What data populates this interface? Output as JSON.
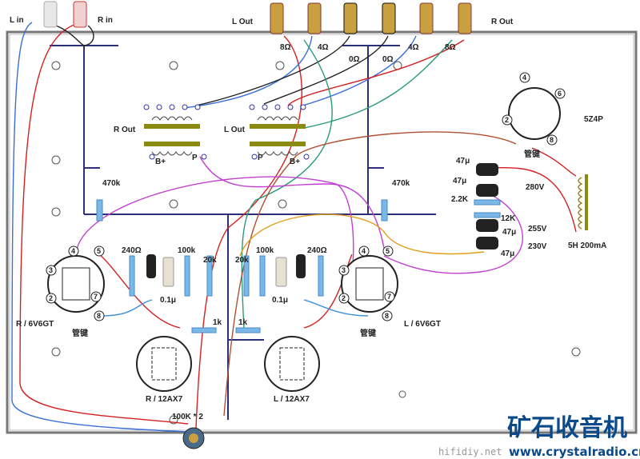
{
  "inputs": {
    "left": "L in",
    "right": "R in"
  },
  "outputs": {
    "left_label": "L Out",
    "right_label": "R Out",
    "taps": [
      "8Ω",
      "4Ω",
      "0Ω",
      "0Ω",
      "4Ω",
      "8Ω"
    ]
  },
  "transformers": [
    {
      "label": "R Out",
      "b_plus": "B+",
      "p": "P"
    },
    {
      "label": "L Out",
      "p": "P",
      "b_plus": "B+"
    }
  ],
  "resistors_470k": [
    "470k",
    "470k"
  ],
  "left_channel_parts": {
    "r240": "240Ω",
    "r100k": "100k",
    "r20k": "20k",
    "cap": "0.1μ"
  },
  "right_channel_parts": {
    "r20k": "20k",
    "r100k": "100k",
    "r240": "240Ω",
    "cap": "0.1μ"
  },
  "power_tubes": [
    {
      "label": "R / 6V6GT",
      "key": "管键",
      "pins": [
        "4",
        "5",
        "3",
        "2",
        "7",
        "8"
      ]
    },
    {
      "label": "L / 6V6GT",
      "key": "管键",
      "pins": [
        "4",
        "5",
        "3",
        "2",
        "7",
        "8"
      ]
    }
  ],
  "grid_resistors": [
    "1k",
    "1k"
  ],
  "preamp_tubes": [
    "R / 12AX7",
    "L / 12AX7"
  ],
  "volume_pot": "100K * 2",
  "rectifier": {
    "label": "5Z4P",
    "key": "管键",
    "pins": [
      "4",
      "6",
      "2",
      "8"
    ]
  },
  "power_supply": {
    "caps": [
      "47μ",
      "47μ",
      "47μ",
      "47μ"
    ],
    "resistors": [
      "2.2K",
      "12K"
    ],
    "voltages": [
      "280V",
      "255V",
      "230V"
    ],
    "choke": "5H 200mA"
  },
  "watermark": {
    "logo": "矿石收音机",
    "url": "www.crystalradio.cn",
    "site": "hifidiy.net"
  },
  "colors": {
    "ground_bus": "#2b2f7a",
    "red_wire": "#d42020",
    "blue_wire": "#3a6fd8",
    "green_wire": "#2a9a7a",
    "magenta_wire": "#c040d0",
    "orange_wire": "#e0a020",
    "brown_wire": "#b05030",
    "logo": "#0b4a8a"
  }
}
